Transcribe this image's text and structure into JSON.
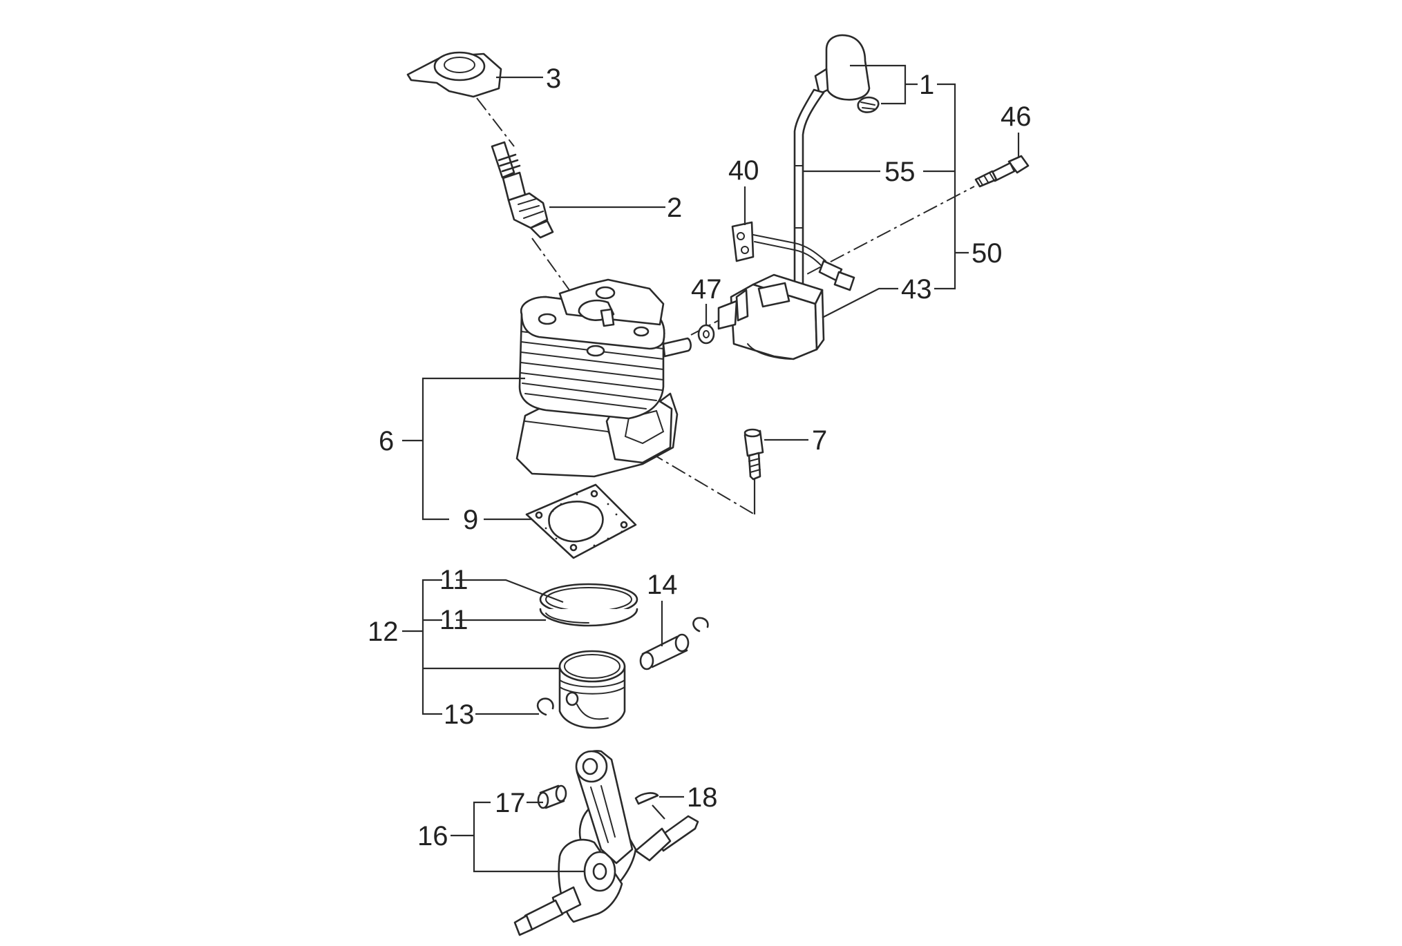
{
  "labels": {
    "p1": "1",
    "p2": "2",
    "p3": "3",
    "p6": "6",
    "p7": "7",
    "p9": "9",
    "p11a": "11",
    "p11b": "11",
    "p12": "12",
    "p13": "13",
    "p14": "14",
    "p16": "16",
    "p17": "17",
    "p18": "18",
    "p40": "40",
    "p43": "43",
    "p46": "46",
    "p47": "47",
    "p50": "50",
    "p55": "55"
  },
  "colors": {
    "line": "#2a2a2a",
    "text": "#222222",
    "background": "#ffffff"
  }
}
